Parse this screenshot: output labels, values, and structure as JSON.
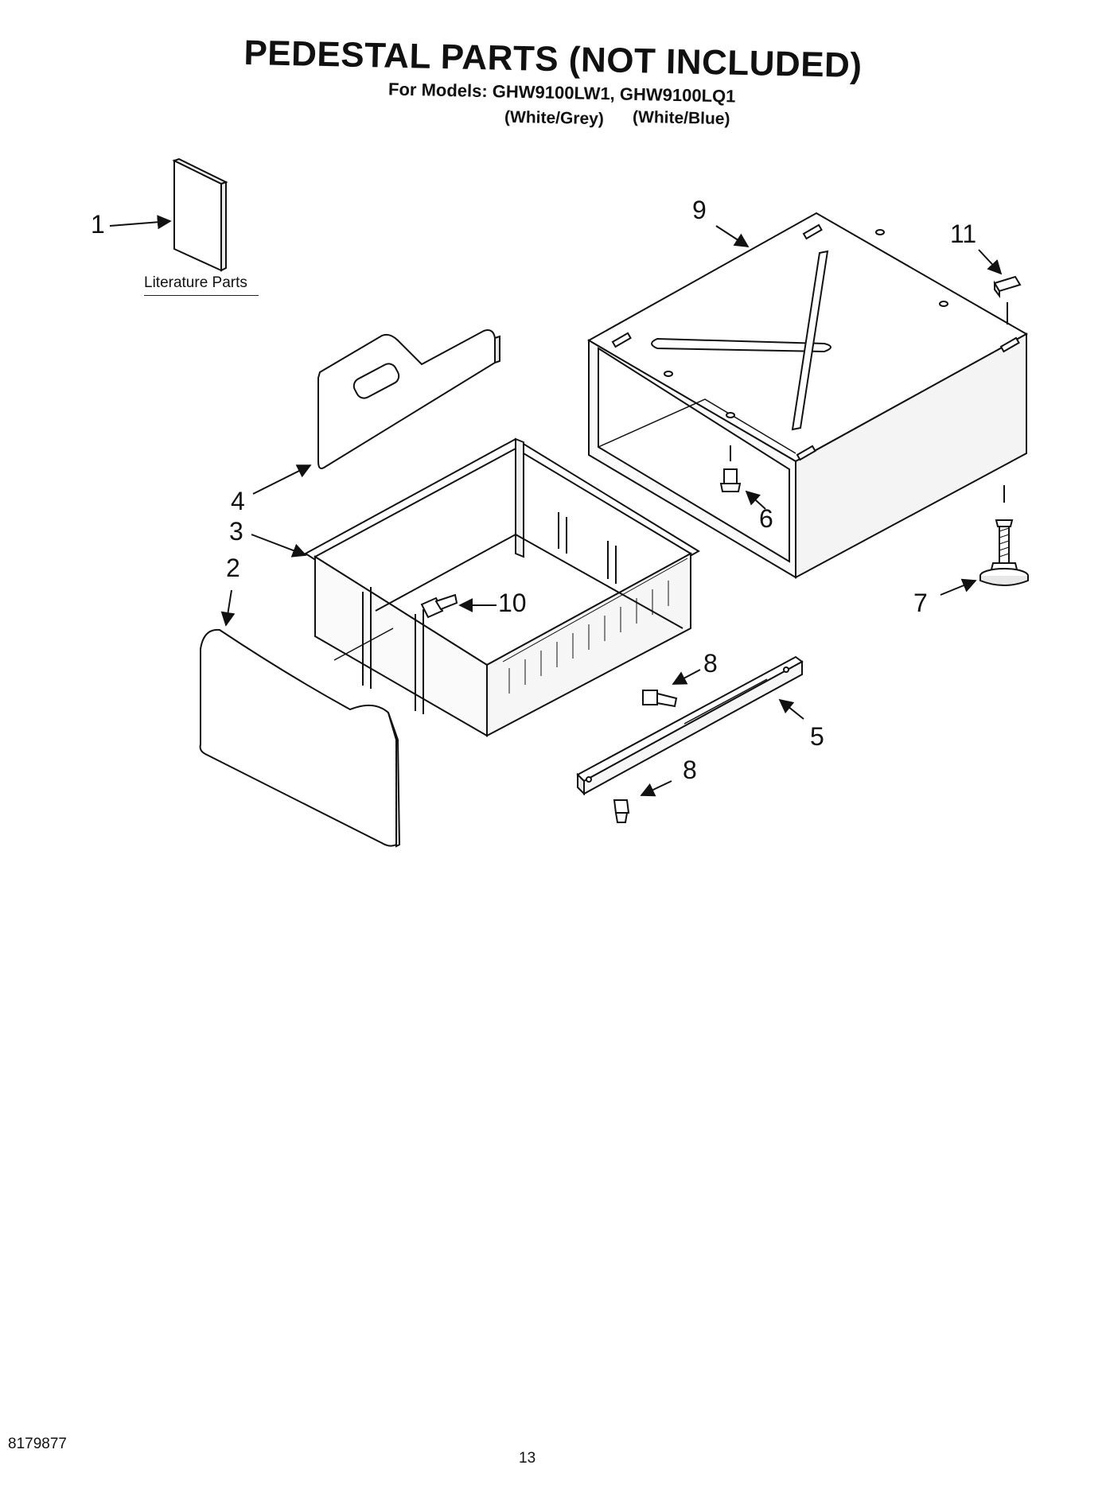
{
  "header": {
    "title": "PEDESTAL PARTS (NOT INCLUDED)",
    "subtitle": "For Models: GHW9100LW1, GHW9100LQ1",
    "variants": [
      "(White/Grey)",
      "(White/Blue)"
    ]
  },
  "literature": {
    "label": "Literature Parts"
  },
  "callouts": {
    "c1": "1",
    "c2": "2",
    "c3": "3",
    "c4": "4",
    "c5": "5",
    "c6": "6",
    "c7": "7",
    "c8a": "8",
    "c8b": "8",
    "c9": "9",
    "c10": "10",
    "c11": "11"
  },
  "footer": {
    "doc_number": "8179877",
    "page_number": "13"
  }
}
